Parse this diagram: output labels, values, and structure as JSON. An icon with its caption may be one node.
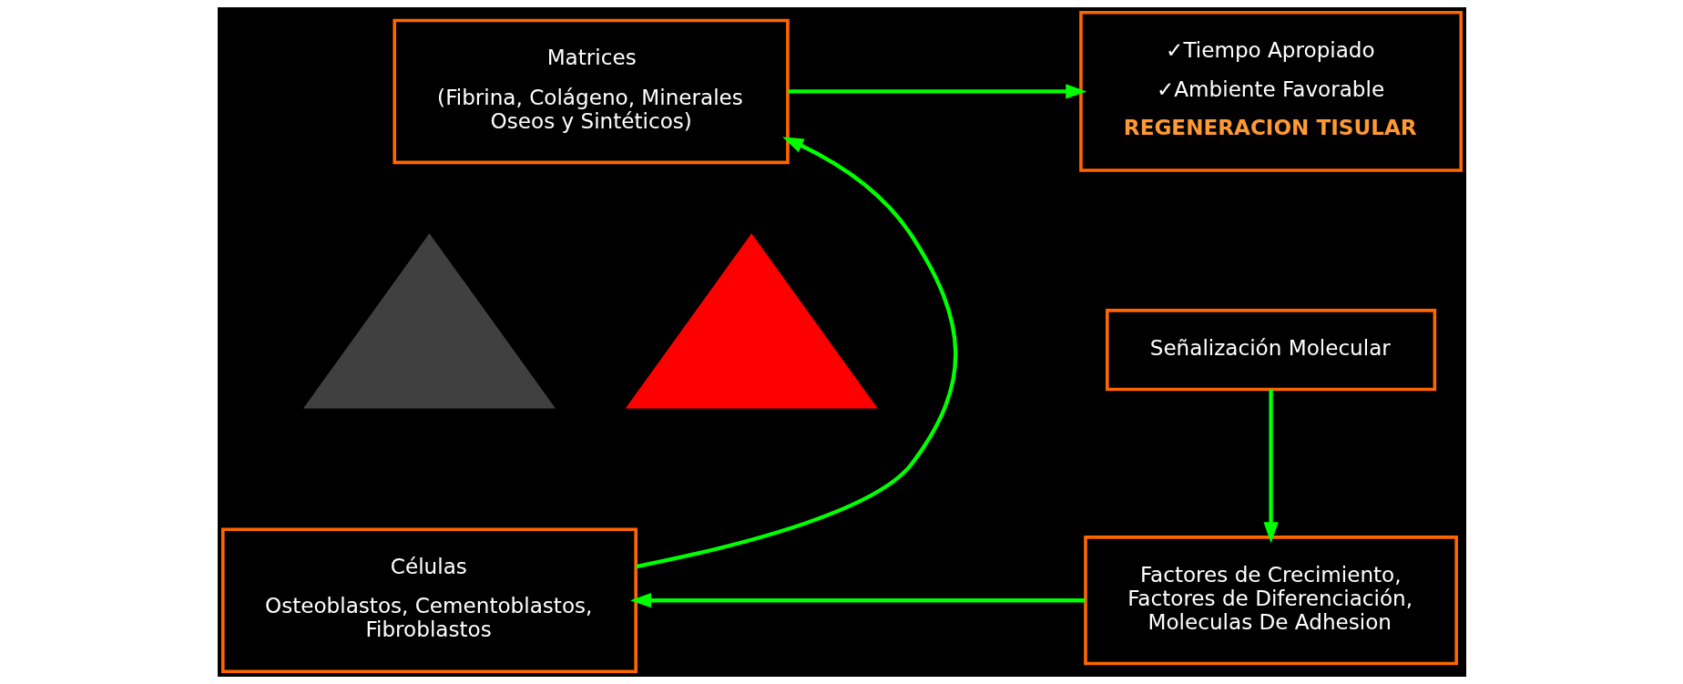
{
  "diagram": {
    "nodes": [
      {
        "text": [
          "Matrices",
          "(Fibrina, Colágeno, Minerales Oseos y Sintéticos)"
        ]
      },
      {
        "text": [
          "✓Tiempo Apropiado",
          "✓Ambiente Favorable",
          "REGENERACION TISULAR"
        ]
      },
      {
        "text": [
          "Señalización Molecular"
        ]
      },
      {
        "text": [
          "Factores de Crecimiento, Factores de Diferenciación, Moleculas De Adhesion"
        ]
      },
      {
        "text": [
          "Células",
          "Osteoblastos, Cementoblastos, Fibroblastos"
        ]
      },
      {
        "text": [],
        "shape": "triangle"
      },
      {
        "text": [],
        "shape": "triangle"
      }
    ],
    "edges": [
      {
        "from": 0,
        "to": 1,
        "arrow": "to",
        "color": "#00ff00"
      },
      {
        "from": 2,
        "to": 3,
        "arrow": "to",
        "color": "#00ff00"
      },
      {
        "from": 3,
        "to": 4,
        "arrow": "to",
        "color": "#00ff00"
      },
      {
        "from": 4,
        "to": 0,
        "arrow": "to",
        "color": "#00ff00"
      }
    ]
  }
}
